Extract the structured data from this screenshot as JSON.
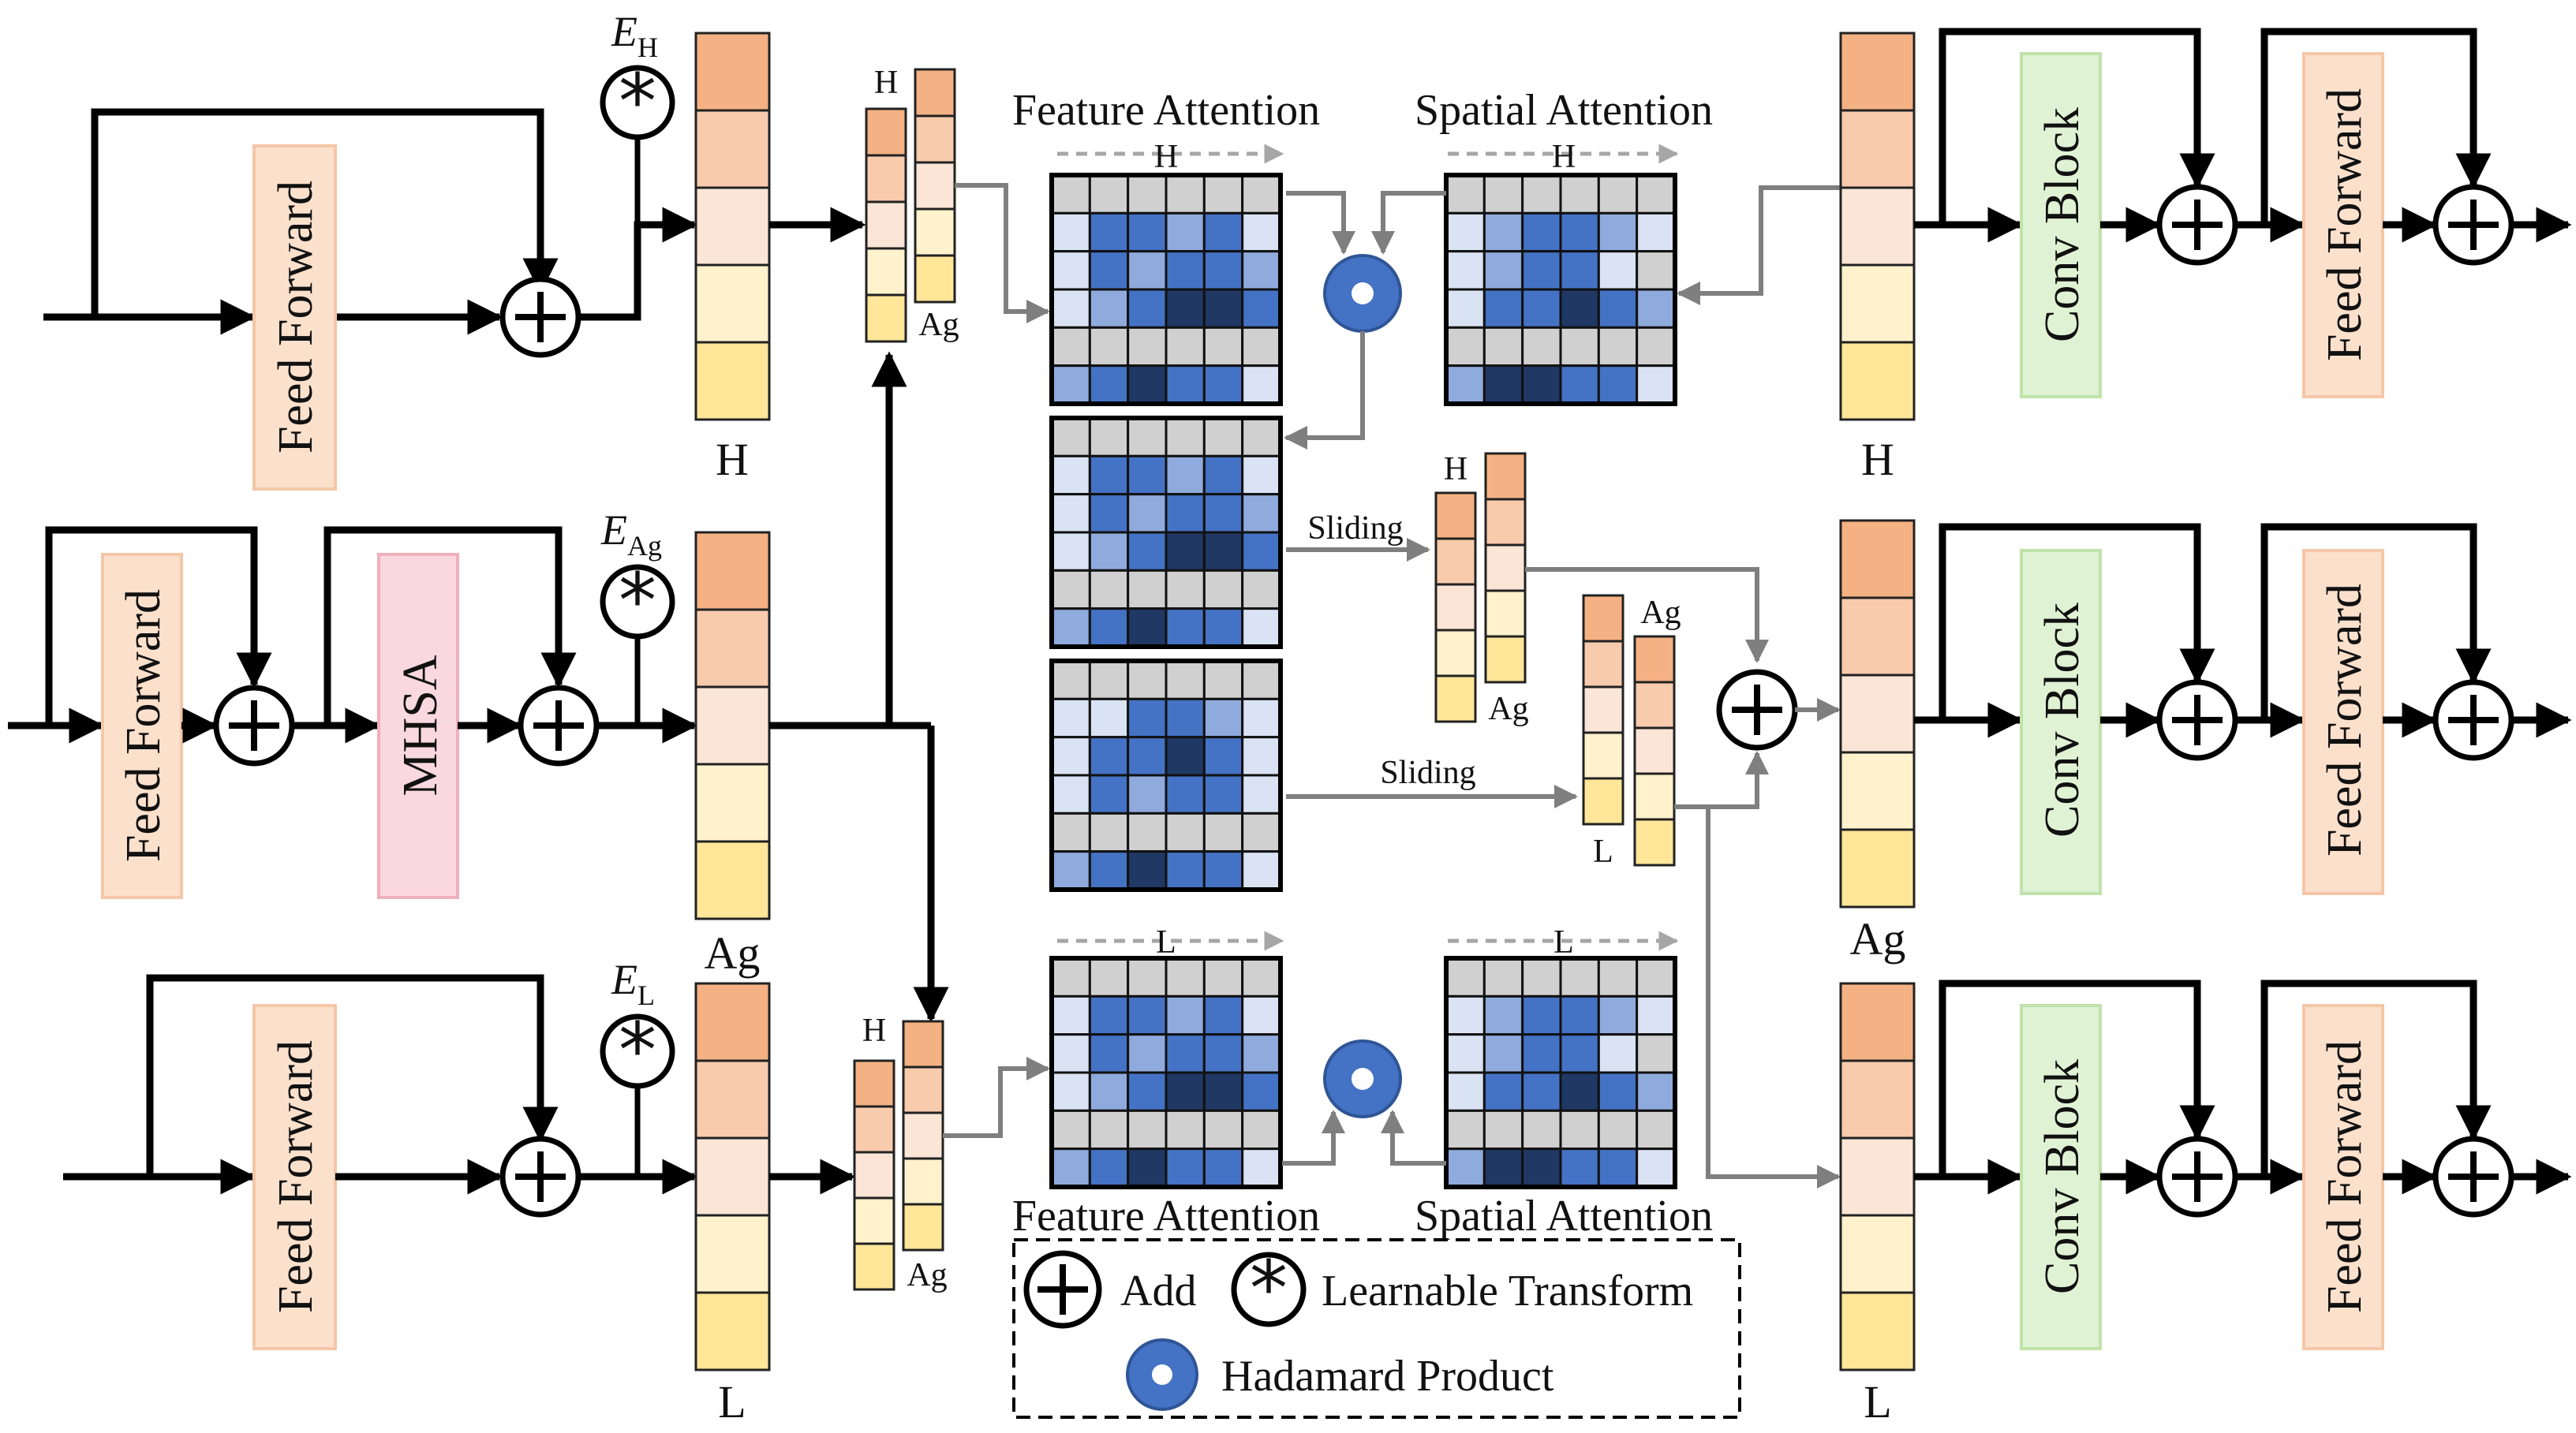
{
  "labels": {
    "feed_forward": "Feed Forward",
    "mhsa": "MHSA",
    "conv_block": "Conv Block",
    "feature_attention": "Feature Attention",
    "spatial_attention": "Spatial  Attention",
    "sliding": "Sliding",
    "h": "H",
    "ag": "Ag",
    "l": "L",
    "e_main": "E",
    "e_sub_h": "H",
    "e_sub_ag": "Ag",
    "e_sub_l": "L"
  },
  "legend": {
    "add": "Add",
    "learnable_transform": "Learnable Transform",
    "hadamard_product": "Hadamard Product"
  },
  "icons": {
    "add": "circle-plus-icon",
    "learnable": "circle-asterisk-icon",
    "hadamard": "blue-ring-icon"
  },
  "colors": {
    "feed_forward_fill": "#fbe0cc",
    "feed_forward_stroke": "#f4c7a8",
    "mhsa_fill": "#f9d8df",
    "mhsa_stroke": "#f0b0bd",
    "conv_fill": "#e0f2d4",
    "conv_stroke": "#bfe3aa",
    "token_bar": [
      "#f4b183",
      "#f8cbad",
      "#fbe5d6",
      "#fff2cc",
      "#ffe699"
    ],
    "heatmap": [
      "#d0d0d0",
      "#dae3f3",
      "#8faadc",
      "#4472c4",
      "#203864"
    ],
    "hadamard": "#4472c4",
    "arrow_dark": "#000000",
    "arrow_gray": "#7f7f7f",
    "arrow_dashed": "#a6a6a6"
  },
  "heatmaps": {
    "grid_a": [
      [
        0,
        0,
        0,
        0,
        0,
        0
      ],
      [
        1,
        3,
        3,
        2,
        3,
        1
      ],
      [
        1,
        3,
        2,
        3,
        3,
        2
      ],
      [
        1,
        2,
        3,
        4,
        4,
        3
      ],
      [
        0,
        0,
        0,
        0,
        0,
        0
      ],
      [
        2,
        3,
        4,
        3,
        3,
        1
      ]
    ],
    "grid_b": [
      [
        0,
        0,
        0,
        0,
        0,
        0
      ],
      [
        1,
        2,
        3,
        3,
        2,
        1
      ],
      [
        1,
        2,
        3,
        3,
        1,
        0
      ],
      [
        1,
        3,
        3,
        4,
        3,
        2
      ],
      [
        0,
        0,
        0,
        0,
        0,
        0
      ],
      [
        2,
        4,
        4,
        3,
        3,
        1
      ]
    ],
    "grid_c": [
      [
        0,
        0,
        0,
        0,
        0,
        0
      ],
      [
        1,
        1,
        3,
        3,
        2,
        1
      ],
      [
        1,
        3,
        3,
        4,
        3,
        1
      ],
      [
        1,
        3,
        2,
        3,
        3,
        1
      ],
      [
        0,
        0,
        0,
        0,
        0,
        0
      ],
      [
        2,
        3,
        4,
        3,
        3,
        1
      ]
    ]
  }
}
